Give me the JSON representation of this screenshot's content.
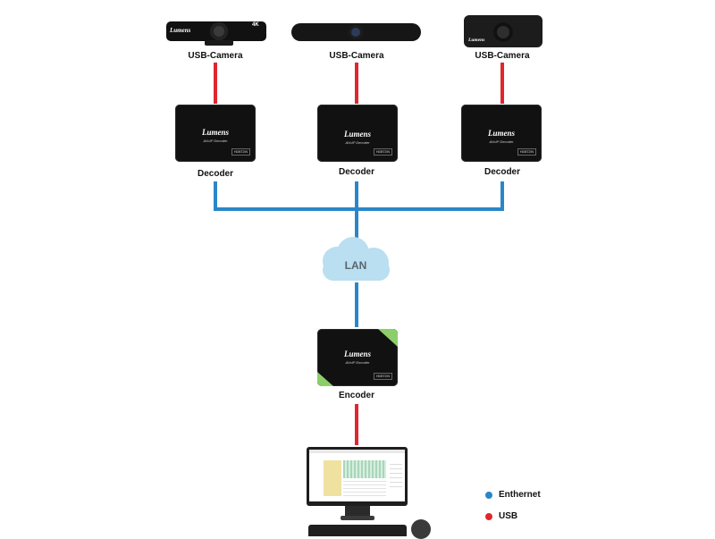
{
  "cameras": [
    {
      "label": "USB-Camera",
      "brand": "Lumens",
      "badge": "4K"
    },
    {
      "label": "USB-Camera"
    },
    {
      "label": "USB-Camera",
      "brand": "Lumens"
    }
  ],
  "decoders": [
    {
      "label": "Decoder",
      "brand": "Lumens",
      "model": "AVoIP Decoder",
      "badge": "HDBT2IN"
    },
    {
      "label": "Decoder",
      "brand": "Lumens",
      "model": "AVoIP Decoder",
      "badge": "HDBT2IN"
    },
    {
      "label": "Decoder",
      "brand": "Lumens",
      "model": "AVoIP Decoder",
      "badge": "HDBT2IN"
    }
  ],
  "network": {
    "label": "LAN"
  },
  "encoder": {
    "label": "Encoder",
    "brand": "Lumens",
    "model": "AVoIP Encoder",
    "badge": "HDBT2IN"
  },
  "legend": [
    {
      "label": "Enthernet",
      "color": "#2a86c8"
    },
    {
      "label": "USB",
      "color": "#e0262f"
    }
  ],
  "colors": {
    "ethernet": "#2a86c8",
    "usb": "#e0262f",
    "cloud": "#b9dff0",
    "encoder_accent": "#8ccf6a"
  }
}
